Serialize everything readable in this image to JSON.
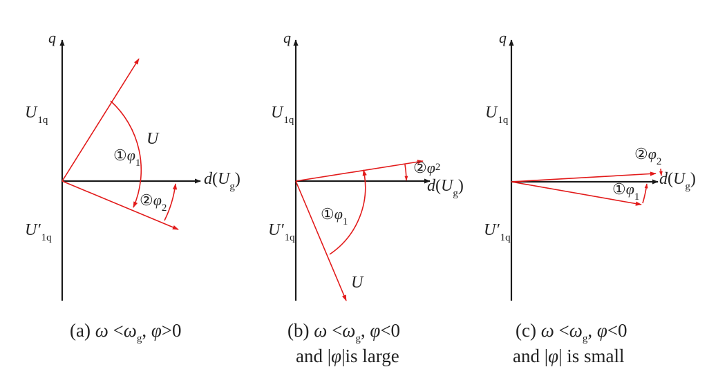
{
  "colors": {
    "axis": "#1a1a1a",
    "vector": "#e21b1b",
    "text": "#222222"
  },
  "axes": {
    "q": "q",
    "d": "d",
    "U": "U",
    "g": "g"
  },
  "labels": {
    "U1q_main": "U",
    "U1q_sub": "1q",
    "U1qp_main": "U′",
    "U1qp_sub": "1q",
    "vec_U": "U",
    "circ1": "①",
    "circ2": "②",
    "phi": "φ",
    "phi1_sub": "1",
    "phi2_sub": "2"
  },
  "panels": [
    {
      "id": "a",
      "caption_pre": "(a) ",
      "caption_omega": "ω",
      "caption_lt": " <",
      "caption_omegag": "ω",
      "caption_g": "g",
      "caption_comma": ", ",
      "caption_phi": "φ",
      "caption_rel": ">0",
      "caption_line2": ""
    },
    {
      "id": "b",
      "caption_pre": "(b) ",
      "caption_omega": "ω",
      "caption_lt": " <",
      "caption_omegag": "ω",
      "caption_g": "g",
      "caption_comma": ", ",
      "caption_phi": "φ",
      "caption_rel": "<0",
      "caption_line2_pre": "and |",
      "caption_line2_phi": "φ",
      "caption_line2_post": "|is large"
    },
    {
      "id": "c",
      "caption_pre": "(c) ",
      "caption_omega": "ω",
      "caption_lt": " <",
      "caption_omegag": "ω",
      "caption_g": "g",
      "caption_comma": ", ",
      "caption_phi": "φ",
      "caption_rel": "<0",
      "caption_line2_pre": "and |",
      "caption_line2_phi": "φ",
      "caption_line2_post": "| is small"
    }
  ]
}
